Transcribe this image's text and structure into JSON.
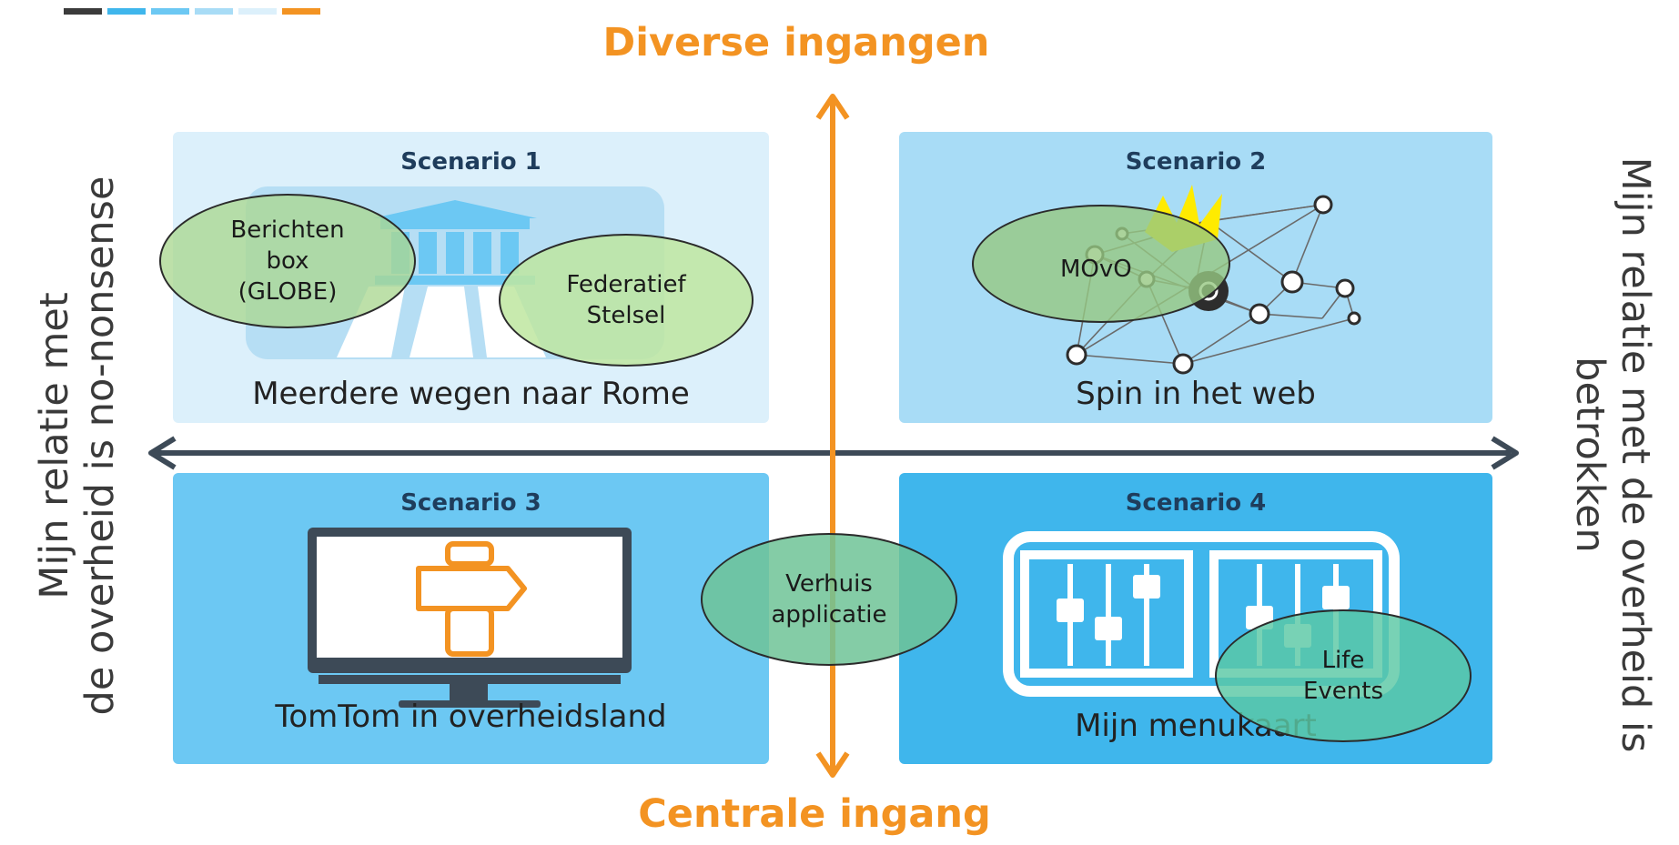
{
  "colors": {
    "accent_orange": "#f39322",
    "axis_dark": "#3d4a57",
    "quad1": "#dcf0fb",
    "quad2": "#a8dcf6",
    "quad3": "#6cc8f3",
    "quad4": "#3fb6ec",
    "ellipse_fill": "#bfe3a6"
  },
  "axes": {
    "top": "Diverse ingangen",
    "bottom": "Centrale ingang",
    "left_line1": "Mijn relatie met",
    "left_line2": "de overheid is no-nonsense",
    "right_line1": "Mijn relatie met de overheid is",
    "right_line2": "betrokken"
  },
  "quadrants": [
    {
      "scenario": "Scenario 1",
      "caption": "Meerdere wegen naar Rome",
      "icon": "building-roads-icon"
    },
    {
      "scenario": "Scenario 2",
      "caption": "Spin in het web",
      "icon": "network-web-icon"
    },
    {
      "scenario": "Scenario 3",
      "caption": "TomTom in overheidsland",
      "icon": "monitor-signpost-icon"
    },
    {
      "scenario": "Scenario 4",
      "caption": "Mijn menukaart",
      "icon": "mixer-sliders-icon"
    }
  ],
  "ellipses": {
    "berichtenbox": "Berichten\nbox\n(GLOBE)",
    "federatief": "Federatief\nStelsel",
    "movo": "MOvO",
    "verhuis": "Verhuis\napplicatie",
    "life_events": "Life\nEvents"
  }
}
